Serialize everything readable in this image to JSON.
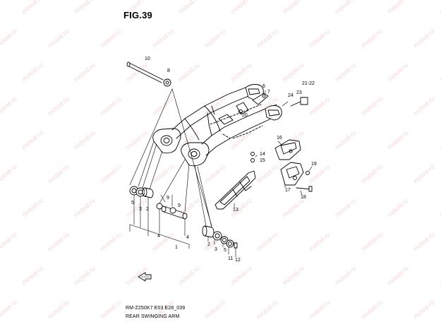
{
  "figure": {
    "title": "FIG.39"
  },
  "caption": {
    "model_code": "RM-Z250K7 E03 E28_039",
    "name": "REAR SWINGING ARM"
  },
  "watermark": {
    "text": "motod.ru",
    "color": "#e8b4b4"
  },
  "callouts": [
    "10",
    "8",
    "6",
    "7",
    "21-22",
    "23",
    "24",
    "20",
    "16",
    "14",
    "15",
    "19",
    "17",
    "18",
    "13",
    "5",
    "3",
    "2",
    "9",
    "9",
    "4",
    "1",
    "2",
    "3",
    "5",
    "11",
    "12",
    "4"
  ]
}
